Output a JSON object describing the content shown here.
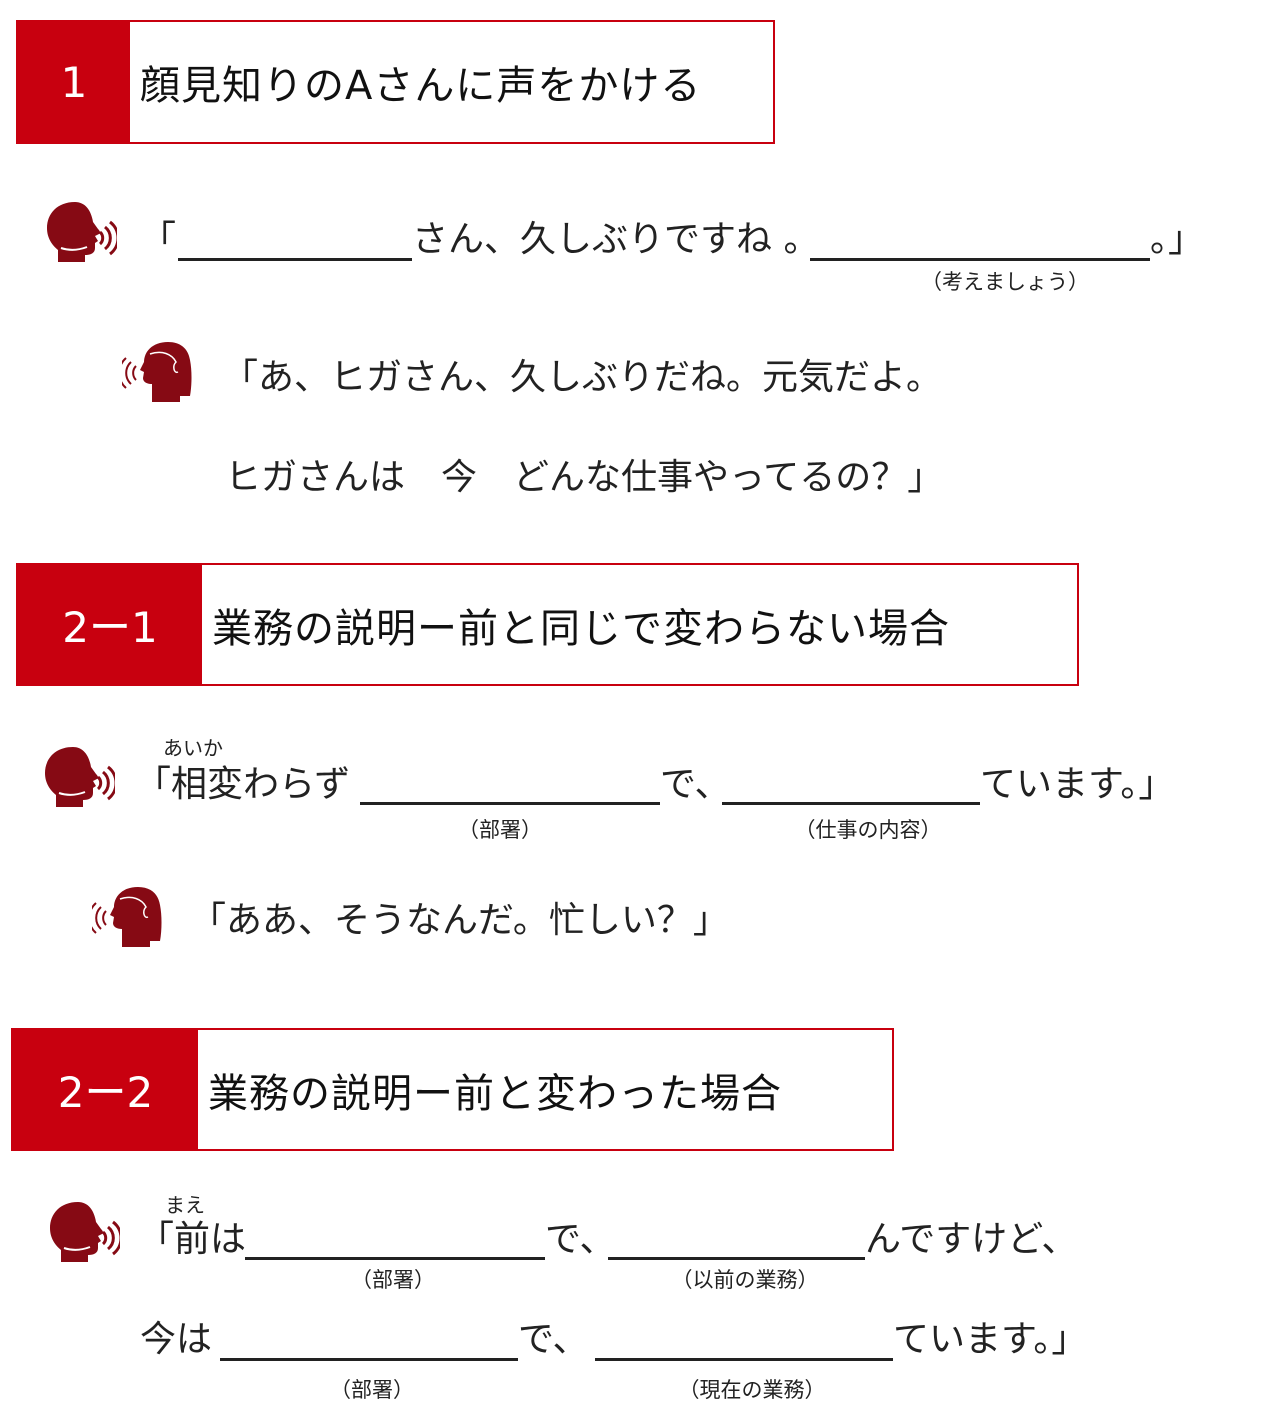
{
  "sections": [
    {
      "number": "1",
      "title": "顔見知りのAさんに声をかける"
    },
    {
      "number": "2ー1",
      "title": "業務の説明ー前と同じで変わらない場合"
    },
    {
      "number": "2ー2",
      "title": "業務の説明ー前と変わった場合"
    }
  ],
  "s1": {
    "open": "「",
    "mid": "さん、久しぶりですね 。",
    "end": "。」",
    "caption": "（考えましょう）",
    "reply1": "「あ、ヒガさん、久しぶりだね。元気だよ。",
    "reply2": "ヒガさんは　今　どんな仕事やってるの？」"
  },
  "s21": {
    "ruby": "あいか",
    "start": "「相変わらず",
    "mid": "で、",
    "end": "ています。」",
    "cap1": "（部署）",
    "cap2": "（仕事の内容）",
    "reply": "「ああ、そうなんだ。忙しい？」"
  },
  "s22": {
    "ruby": "まえ",
    "start": "「前は",
    "mid": "で、",
    "end": "んですけど、",
    "cap1": "（部署）",
    "cap2": "（以前の業務）",
    "start2": "今は",
    "mid2": "で、",
    "end2": "ています。」",
    "cap3": "（部署）",
    "cap4": "（現在の業務）"
  },
  "colors": {
    "accent": "#c8000f",
    "icon": "#860a14"
  }
}
